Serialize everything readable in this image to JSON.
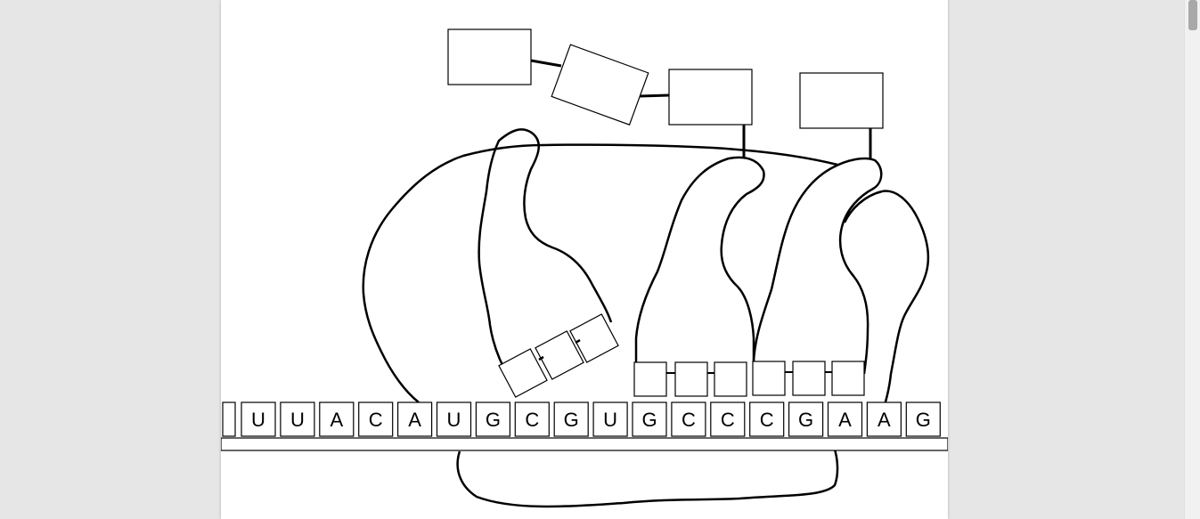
{
  "mrna": {
    "bases": [
      "U",
      "U",
      "A",
      "C",
      "A",
      "U",
      "G",
      "C",
      "G",
      "U",
      "G",
      "C",
      "C",
      "C",
      "G",
      "A",
      "A",
      "G"
    ]
  },
  "colors": {
    "background": "#e6e6e6",
    "page": "#ffffff",
    "stroke": "#000000",
    "scrollbar_thumb": "#a8a8a8"
  }
}
